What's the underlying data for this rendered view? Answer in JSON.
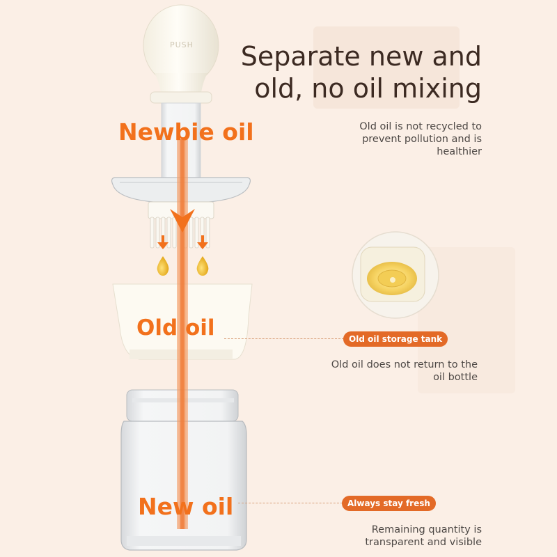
{
  "headline": "Separate new and old, no oil mixing",
  "push_label": "PUSH",
  "feature_1": {
    "label": "Newbie oil",
    "description": "Old oil is not recycled to prevent pollution and is healthier"
  },
  "feature_2": {
    "label": "Old oil",
    "badge": "Old oil storage tank",
    "description": "Old oil does not return to the oil bottle"
  },
  "feature_3": {
    "label": "New oil",
    "badge": "Always stay fresh",
    "description": "Remaining quantity is transparent and visible"
  },
  "colors": {
    "accent": "#f2711c",
    "badge": "#e36a27",
    "background": "#fbefe6",
    "text": "#3c2a22"
  }
}
